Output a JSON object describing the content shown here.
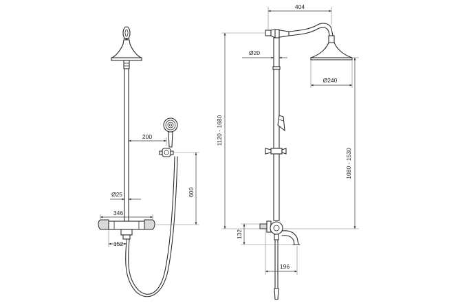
{
  "front_view": {
    "dim_width_arm": "200",
    "dim_height_holder": "600",
    "dim_pipe_diameter": "Ø25",
    "dim_mixer_width": "346",
    "dim_spout_width": "152"
  },
  "side_view": {
    "dim_arm_reach": "404",
    "dim_pipe_diameter": "Ø20",
    "dim_head_diameter": "Ø240",
    "dim_total_height": "1120 - 1680",
    "dim_head_height": "1080 - 1530",
    "dim_mixer_height": "132",
    "dim_spout_reach": "196"
  }
}
